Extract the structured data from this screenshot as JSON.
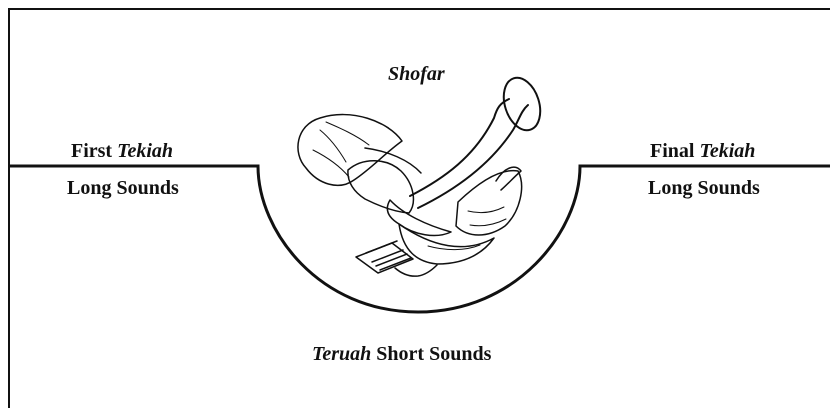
{
  "diagram": {
    "title": "Shofar",
    "left": {
      "line1_prefix": "First ",
      "line1_italic": "Tekiah",
      "line2": "Long Sounds"
    },
    "right": {
      "line1_prefix": "Final ",
      "line1_italic": "Tekiah",
      "line2": "Long Sounds"
    },
    "bottom": {
      "italic": "Teruah",
      "suffix": " Short Sounds"
    }
  },
  "colors": {
    "line": "#111111",
    "background": "#ffffff"
  }
}
